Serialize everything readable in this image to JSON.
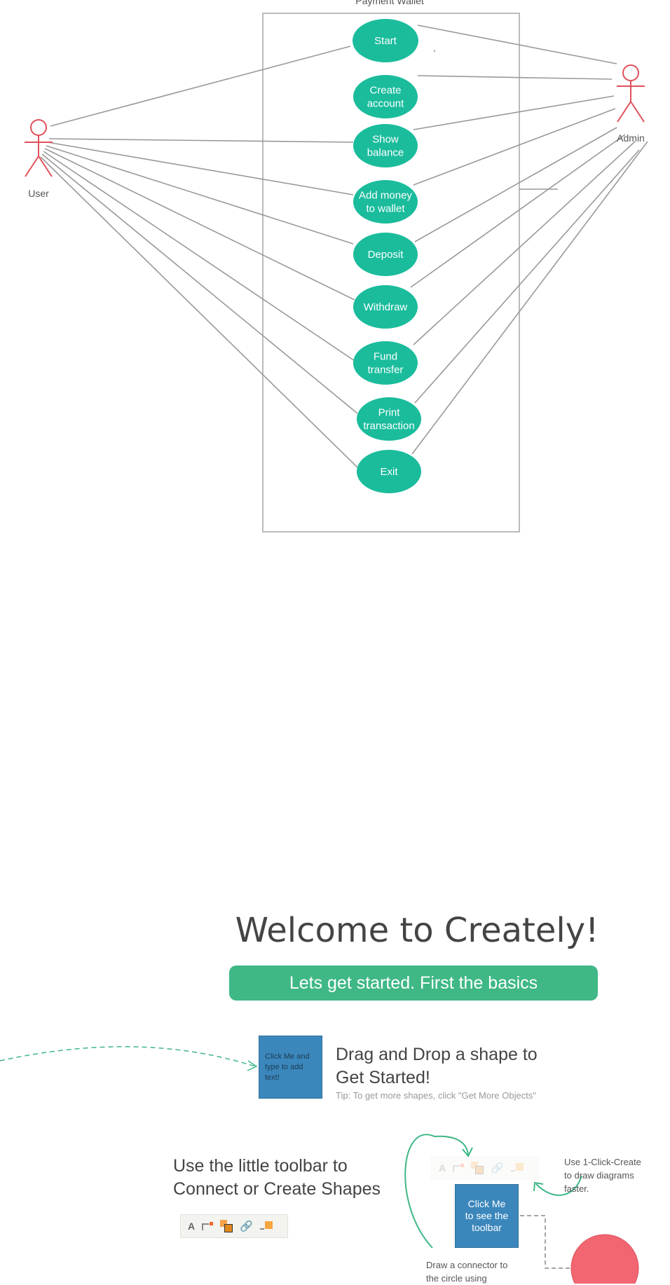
{
  "diagram": {
    "system_title": "Payment Wallet",
    "stray_mark": ",",
    "actors": [
      {
        "id": "user",
        "label": "User"
      },
      {
        "id": "admin",
        "label": "Admin"
      }
    ],
    "use_cases": [
      {
        "id": "start",
        "lines": [
          "Start"
        ]
      },
      {
        "id": "create-account",
        "lines": [
          "Create",
          "account"
        ]
      },
      {
        "id": "show-balance",
        "lines": [
          "Show",
          "balance"
        ]
      },
      {
        "id": "add-money",
        "lines": [
          "Add money",
          "to wallet"
        ]
      },
      {
        "id": "deposit",
        "lines": [
          "Deposit"
        ]
      },
      {
        "id": "withdraw",
        "lines": [
          "Withdraw"
        ]
      },
      {
        "id": "fund-transfer",
        "lines": [
          "Fund",
          "transfer"
        ]
      },
      {
        "id": "print-transaction",
        "lines": [
          "Print",
          "transaction"
        ]
      },
      {
        "id": "exit",
        "lines": [
          "Exit"
        ]
      }
    ],
    "associations": {
      "user": [
        "start",
        "show-balance",
        "add-money",
        "deposit",
        "withdraw",
        "fund-transfer",
        "print-transaction",
        "exit"
      ],
      "admin": [
        "start",
        "create-account",
        "show-balance",
        "add-money",
        "deposit",
        "withdraw",
        "fund-transfer",
        "print-transaction",
        "exit"
      ]
    },
    "colors": {
      "use_case_fill": "#1abc9c",
      "actor_stroke": "#e0505a",
      "connector": "#999999",
      "boundary": "#bbbbbb"
    }
  },
  "welcome": {
    "title": "Welcome to Creately!",
    "banner": "Lets get started. First the basics",
    "shape_note": "Click Me and type to add text!",
    "drag_heading_1": "Drag and Drop a shape to",
    "drag_heading_2": "Get Started!",
    "tip": "Tip: To get more shapes, click  \"Get More Objects\"",
    "toolbar_heading_1": "Use the little toolbar to",
    "toolbar_heading_2": "Connect or Create Shapes",
    "toolbar_letter": "A",
    "one_click_note_1": "Use 1-Click-Create",
    "one_click_note_2": "to draw diagrams",
    "one_click_note_3": "faster.",
    "click_box_1": "Click Me",
    "click_box_2": "to see the",
    "click_box_3": "toolbar",
    "connector_note_1": "Draw a connector to",
    "connector_note_2": "the circle using",
    "colors": {
      "banner": "#3fb886",
      "shape_blue": "#3b87bc",
      "arrow_green": "#3fb886",
      "circle_red": "#f26671"
    }
  }
}
